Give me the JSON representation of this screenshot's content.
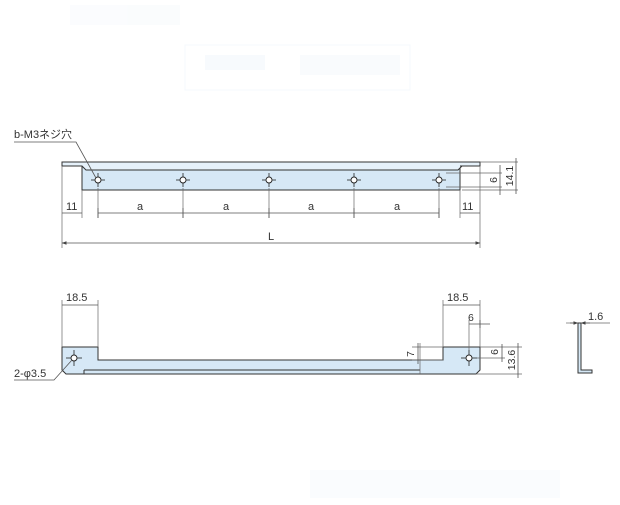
{
  "colors": {
    "part_fill": "#d6e8f6",
    "part_stroke": "#333333",
    "dimension_line": "#555555",
    "label_text": "#333333",
    "watermark_box": "#e4eef8"
  },
  "top_view": {
    "thread_hole_label": "b-M3ネジ穴",
    "end_offset_left": "11",
    "end_offset_right": "11",
    "pitch_labels": [
      "a",
      "a",
      "a",
      "a"
    ],
    "overall_length": "L",
    "hole_row_height": "6",
    "flange_width": "14.1"
  },
  "front_view": {
    "left_notch_width": "18.5",
    "right_notch_width": "18.5",
    "hole_offset": "6",
    "notch_depth": "7",
    "hole_height": "6",
    "overall_height": "13.6",
    "mount_holes": "2-φ3.5"
  },
  "side_view": {
    "thickness": "1.6"
  }
}
